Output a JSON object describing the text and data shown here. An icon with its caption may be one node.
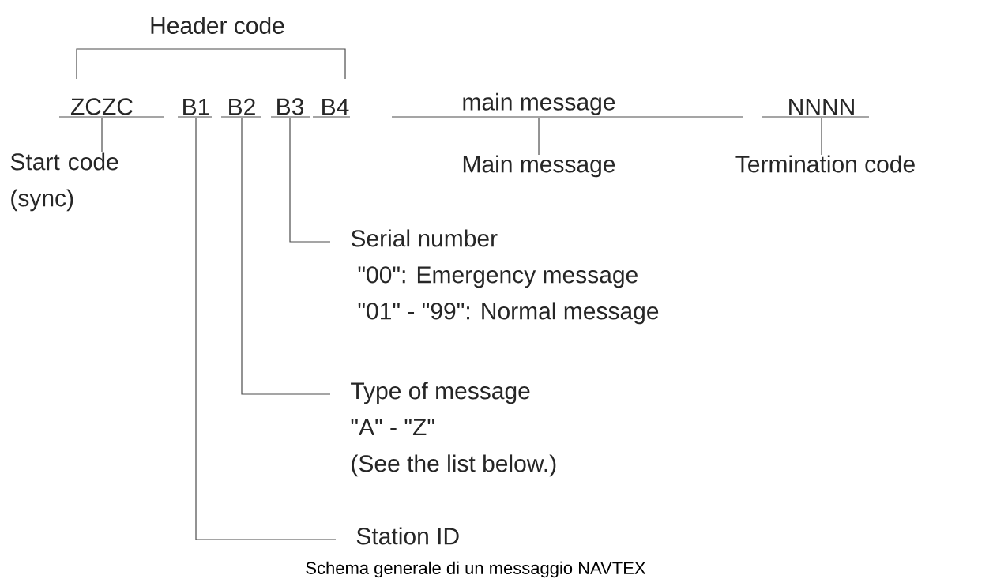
{
  "diagram": {
    "caption": "Schema generale di un messaggio NAVTEX",
    "nodes": [
      {
        "text": [
          "ZCZC"
        ]
      },
      {
        "text": [
          "B1"
        ]
      },
      {
        "text": [
          "B2"
        ]
      },
      {
        "text": [
          "B3"
        ]
      },
      {
        "text": [
          "B4"
        ]
      },
      {
        "text": [
          "main message"
        ]
      },
      {
        "text": [
          "NNNN"
        ]
      },
      {
        "text": [
          "Start code (sync)"
        ]
      },
      {
        "text": [
          "Main message"
        ]
      },
      {
        "text": [
          "Termination code"
        ]
      },
      {
        "text": [
          "Serial number",
          "\"00\": Emergency message",
          "\"01\" - \"99\": Normal message"
        ]
      },
      {
        "text": [
          "Type of message",
          "\"A\" - \"Z\"",
          "(See the list below.)"
        ]
      },
      {
        "text": [
          "Station ID"
        ]
      }
    ],
    "edges": [
      {
        "from": 0,
        "to": 7,
        "arrow": "none"
      },
      {
        "from": 5,
        "to": 8,
        "arrow": "none"
      },
      {
        "from": 6,
        "to": 9,
        "arrow": "none"
      },
      {
        "from": 3,
        "to": 10,
        "arrow": "none"
      },
      {
        "from": 2,
        "to": 11,
        "arrow": "none"
      },
      {
        "from": 1,
        "to": 12,
        "arrow": "none"
      }
    ],
    "labels": [
      "Header code"
    ]
  }
}
